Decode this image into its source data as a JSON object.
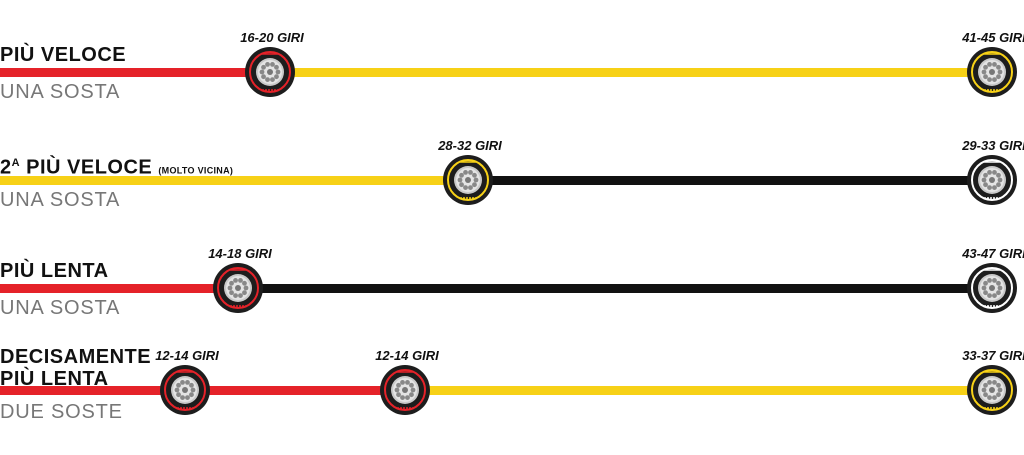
{
  "colors": {
    "soft": "#e52229",
    "medium": "#f7d117",
    "hard": "#ffffff",
    "track_hard": "#111111"
  },
  "rows": [
    {
      "title": "PIÙ VELOCE",
      "sup": "",
      "note": "",
      "subtitle": "UNA SOSTA",
      "segments": [
        {
          "compound": "soft"
        },
        {
          "compound": "medium"
        }
      ],
      "stops": [
        {
          "label": "16-20 GIRI",
          "compound": "soft"
        },
        {
          "label": "41-45 GIRI",
          "compound": "medium"
        }
      ]
    },
    {
      "title": "2",
      "sup": "A",
      "title_rest": " PIÙ VELOCE",
      "note": "(MOLTO VICINA)",
      "subtitle": "UNA SOSTA",
      "segments": [
        {
          "compound": "medium"
        },
        {
          "compound": "hard"
        }
      ],
      "stops": [
        {
          "label": "28-32 GIRI",
          "compound": "medium"
        },
        {
          "label": "29-33 GIRI",
          "compound": "hard"
        }
      ]
    },
    {
      "title": "PIÙ LENTA",
      "sup": "",
      "note": "",
      "subtitle": "UNA SOSTA",
      "segments": [
        {
          "compound": "soft"
        },
        {
          "compound": "hard"
        }
      ],
      "stops": [
        {
          "label": "14-18 GIRI",
          "compound": "soft"
        },
        {
          "label": "43-47 GIRI",
          "compound": "hard"
        }
      ]
    },
    {
      "title": "DECISAMENTE",
      "title_line2": "PIÙ LENTA",
      "sup": "",
      "note": "",
      "subtitle": "DUE SOSTE",
      "segments": [
        {
          "compound": "soft"
        },
        {
          "compound": "soft"
        },
        {
          "compound": "medium"
        }
      ],
      "stops": [
        {
          "label": "12-14 GIRI",
          "compound": "soft"
        },
        {
          "label": "12-14 GIRI",
          "compound": "soft"
        },
        {
          "label": "33-37 GIRI",
          "compound": "medium"
        }
      ]
    }
  ]
}
